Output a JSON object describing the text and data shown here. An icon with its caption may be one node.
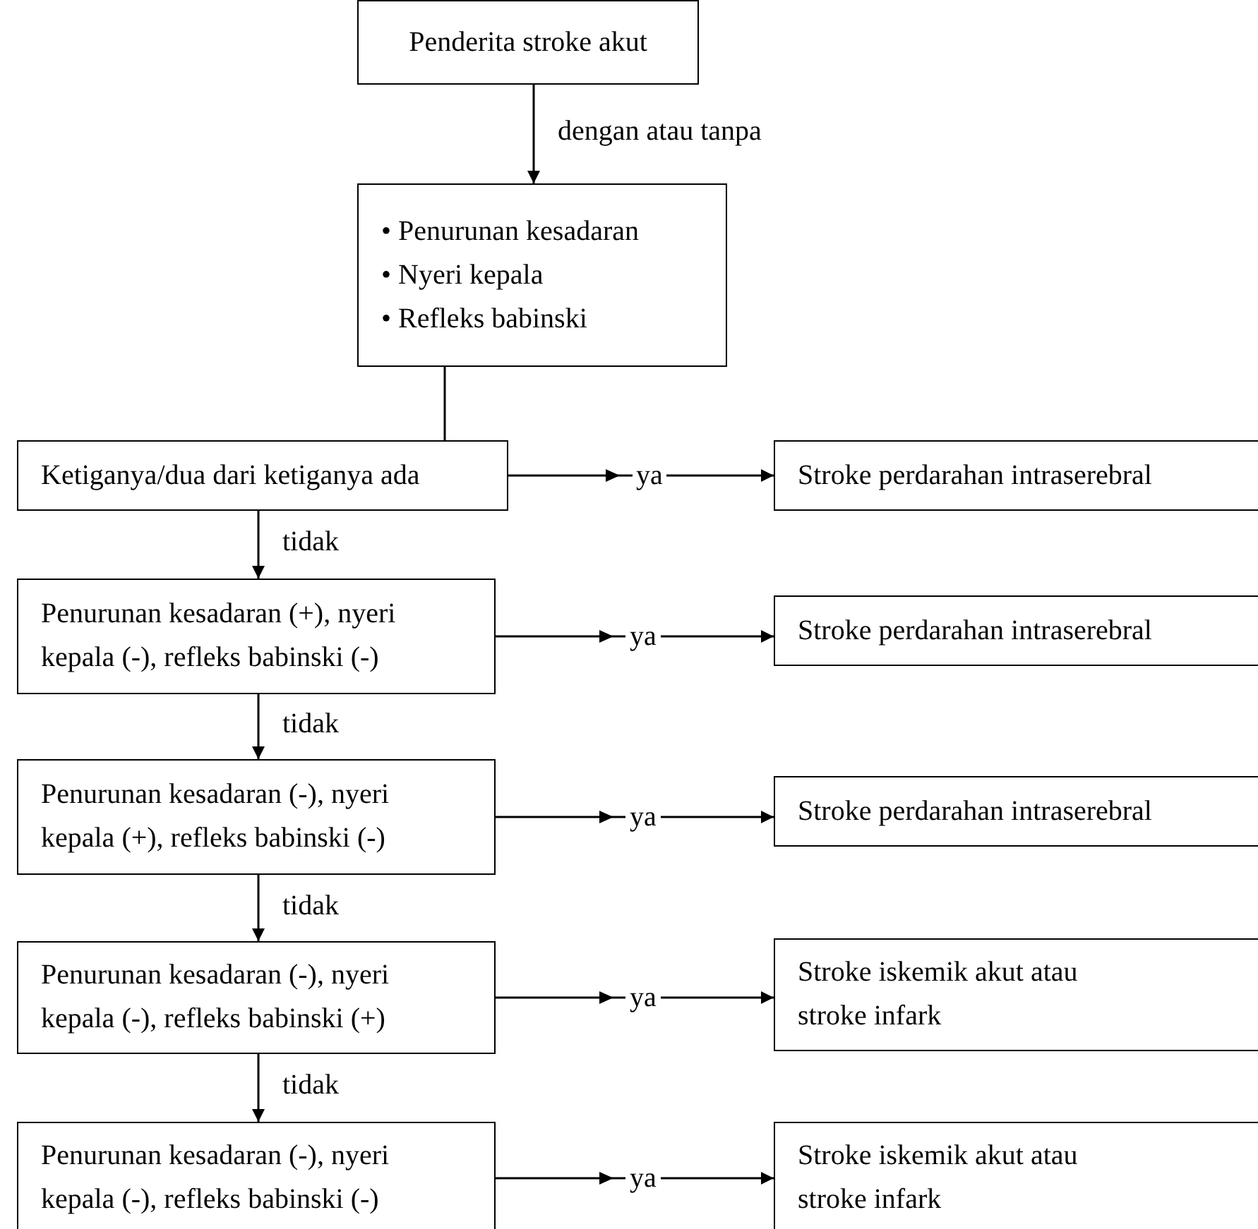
{
  "diagram": {
    "nodes": [
      {
        "text": [
          "Penderita stroke akut"
        ]
      },
      {
        "text": [
          "• Penurunan kesadaran",
          "• Nyeri kepala",
          "• Refleks babinski"
        ]
      },
      {
        "text": [
          "Ketiganya/dua dari ketiganya ada"
        ]
      },
      {
        "text": [
          "Stroke perdarahan intraserebral"
        ]
      },
      {
        "text": [
          "Penurunan kesadaran (+), nyeri kepala (-), refleks babinski (-)"
        ]
      },
      {
        "text": [
          "Stroke perdarahan intraserebral"
        ]
      },
      {
        "text": [
          "Penurunan kesadaran (-), nyeri kepala (+), refleks babinski (-)"
        ]
      },
      {
        "text": [
          "Stroke perdarahan intraserebral"
        ]
      },
      {
        "text": [
          "Penurunan kesadaran (-), nyeri kepala (-), refleks babinski (+)"
        ]
      },
      {
        "text": [
          "Stroke iskemik akut atau stroke infark"
        ]
      },
      {
        "text": [
          "Penurunan kesadaran (-), nyeri kepala (-), refleks babinski (-)"
        ]
      },
      {
        "text": [
          "Stroke iskemik akut atau stroke infark"
        ]
      }
    ],
    "edges": [
      {
        "from": 0,
        "to": 1,
        "arrow": "to",
        "label": "dengan atau tanpa"
      },
      {
        "from": 1,
        "to": 2,
        "arrow": "none"
      },
      {
        "from": 2,
        "to": 3,
        "arrow": "to",
        "label": "ya"
      },
      {
        "from": 2,
        "to": 4,
        "arrow": "to",
        "label": "tidak"
      },
      {
        "from": 4,
        "to": 5,
        "arrow": "to",
        "label": "ya"
      },
      {
        "from": 4,
        "to": 6,
        "arrow": "to",
        "label": "tidak"
      },
      {
        "from": 6,
        "to": 7,
        "arrow": "to",
        "label": "ya"
      },
      {
        "from": 6,
        "to": 8,
        "arrow": "to",
        "label": "tidak"
      },
      {
        "from": 8,
        "to": 9,
        "arrow": "to",
        "label": "ya"
      },
      {
        "from": 8,
        "to": 10,
        "arrow": "to",
        "label": "tidak"
      },
      {
        "from": 10,
        "to": 11,
        "arrow": "to",
        "label": "ya"
      }
    ]
  }
}
